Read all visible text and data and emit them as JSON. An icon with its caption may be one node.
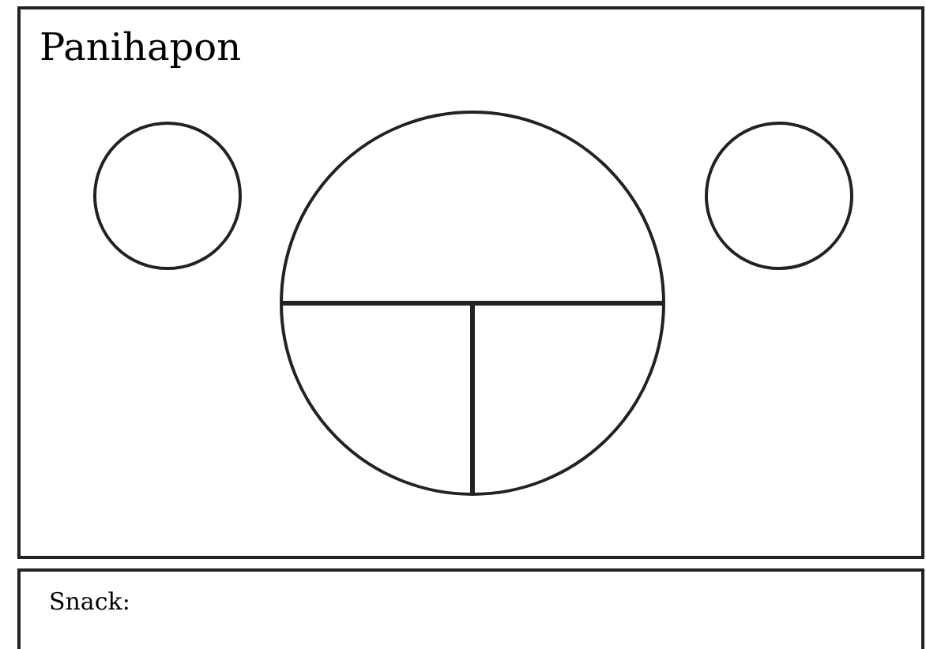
{
  "diagram": {
    "nodes": [
      {
        "text": [
          "Panihapon"
        ]
      },
      {
        "text": [],
        "shape": "circle",
        "in": 0
      },
      {
        "text": [],
        "shape": "circle",
        "in": 0
      },
      {
        "text": [],
        "shape": "circle",
        "in": 0
      },
      {
        "text": [
          "Snack:"
        ]
      }
    ]
  }
}
